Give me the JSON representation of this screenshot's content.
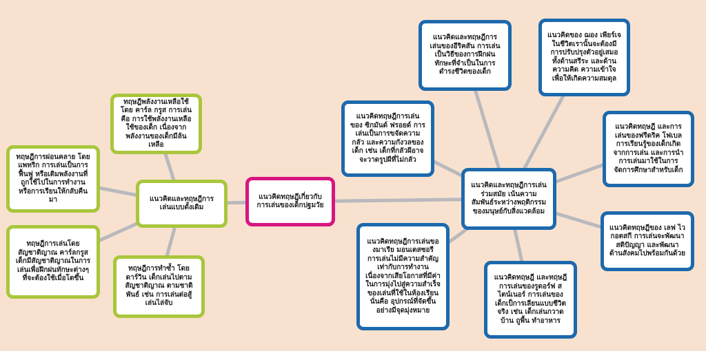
{
  "colors": {
    "background": "#f8e2cf",
    "green": "#a9c63c",
    "blue": "#1d69ad",
    "pink": "#d6167f",
    "line": "#b9b9bd"
  },
  "root": "แนวคิดทฤษฎีเกี่ยวกับการเล่นของเด็กปฐมวัย",
  "traditional": {
    "title": "แนวคิดและทฤษฎีการเล่นแบบดั้งเดิม",
    "items": [
      "ทฤษฎีพลังงานเหลือใช้ โดย คาร์ล กรูส การเล่น คือ การใช้พลังงานเหลือใช้ของเด็ก เนื่องจากพลังงานของเด็กมีล้นเหลือ",
      "ทฤษฎีการผ่อนคลาย โดย แพทริก การเล่นเป็นการฟื้นฟู หรือเติมพลังงานที่ถูกใช้ไปในการทำงานหรือการเรียนให้กลับคืนมา",
      "ทฤษฎีการเล่นโดยสัญชาติญาณ คาร์ลกรูส เด็กมีสัญชาติญาณในการเล่นเพื่อฝึกฝนทักษะต่างๆ ที่จะต้องใช้เมื่อโตขึ้น",
      "ทฤษฎีการทำซ้ำ โดย ดาร์วิน เด็กเล่นไปตามสัญชาติญาณ ตามชาติพันธ์ เช่น การเล่นต่อสู้ เล่นไล่จับ"
    ]
  },
  "modern": {
    "title": "แนวคิดและทฤษฎีการเล่นร่วมสมัย เน้นความสัมพันธ์ระหว่างพฤติกรรมของมนุษย์กับสิ่งแวดล้อม",
    "items": [
      "แนวคิดทฤษฎีการเล่นของ ซิกมันด์ ฟรอยด์ การเล่นเป็นการขจัดความกลัว และความกังวลของเด็ก เช่น เด็กที่กลัวผีอาจจะวาดรูปผีที่ไม่กลัว",
      "แนวคิดและทฤษฎีการเล่นของอีริคสัน การเล่นเป็นวิธีของการฝึกฝนทักษะที่จำเป็นในการดำรงชีวิตของเด็ก",
      "แนวคิดของ ฌอง เพียร์เจ ในชีวิตเรานั้นจะต้องมีการปรับปรุงตัวอยู่เสมอ ทั้งด้านสรีระ และด้านความคิด ความเข้าใจ เพื่อให้เกิดความสมดุล",
      "แนวคิดทฤษฎี และการเล่นของฟรีดริค โฟเบล การเรียนรู้ของเด็กเกิดจากการเล่น และการนำการเล่นมาใช้ในการจัดการศึกษาสำหรับเด็ก",
      "แนวคิดทฤษฎีของ เลฟ ไวกอตสกี การเล่นจะพัฒนาสติปัญญา และพัฒนาด้านสังคมไปพร้อมกันด้วย",
      "แนวคิดทฤษฎี และทฤษฎีการเล่นของรูดอร์ฟ สไตน์เนอร์ การเล่นของเด็กเป็การเลียนแบบชีวิตจริง เช่น เด็กเล่นกวาดบ้าน ถูพื้น ทำอาหาร",
      "แนวคิดทฤษฎีการเล่นของมาเรีย มอนเตสซอรี การเล่นไม่มีความสำคัญเท่ากับการทำงาน เนื่องจากเสียโอกาสที่มีค่าในการมุ่งไปสู่ความสำเร็จ ของเล่นที่ใช้ในห้องเรียน นั่นคือ อุปกรณ์ที่จัดขึ้นอย่างมีจุดมุ่งหมาย"
    ]
  }
}
